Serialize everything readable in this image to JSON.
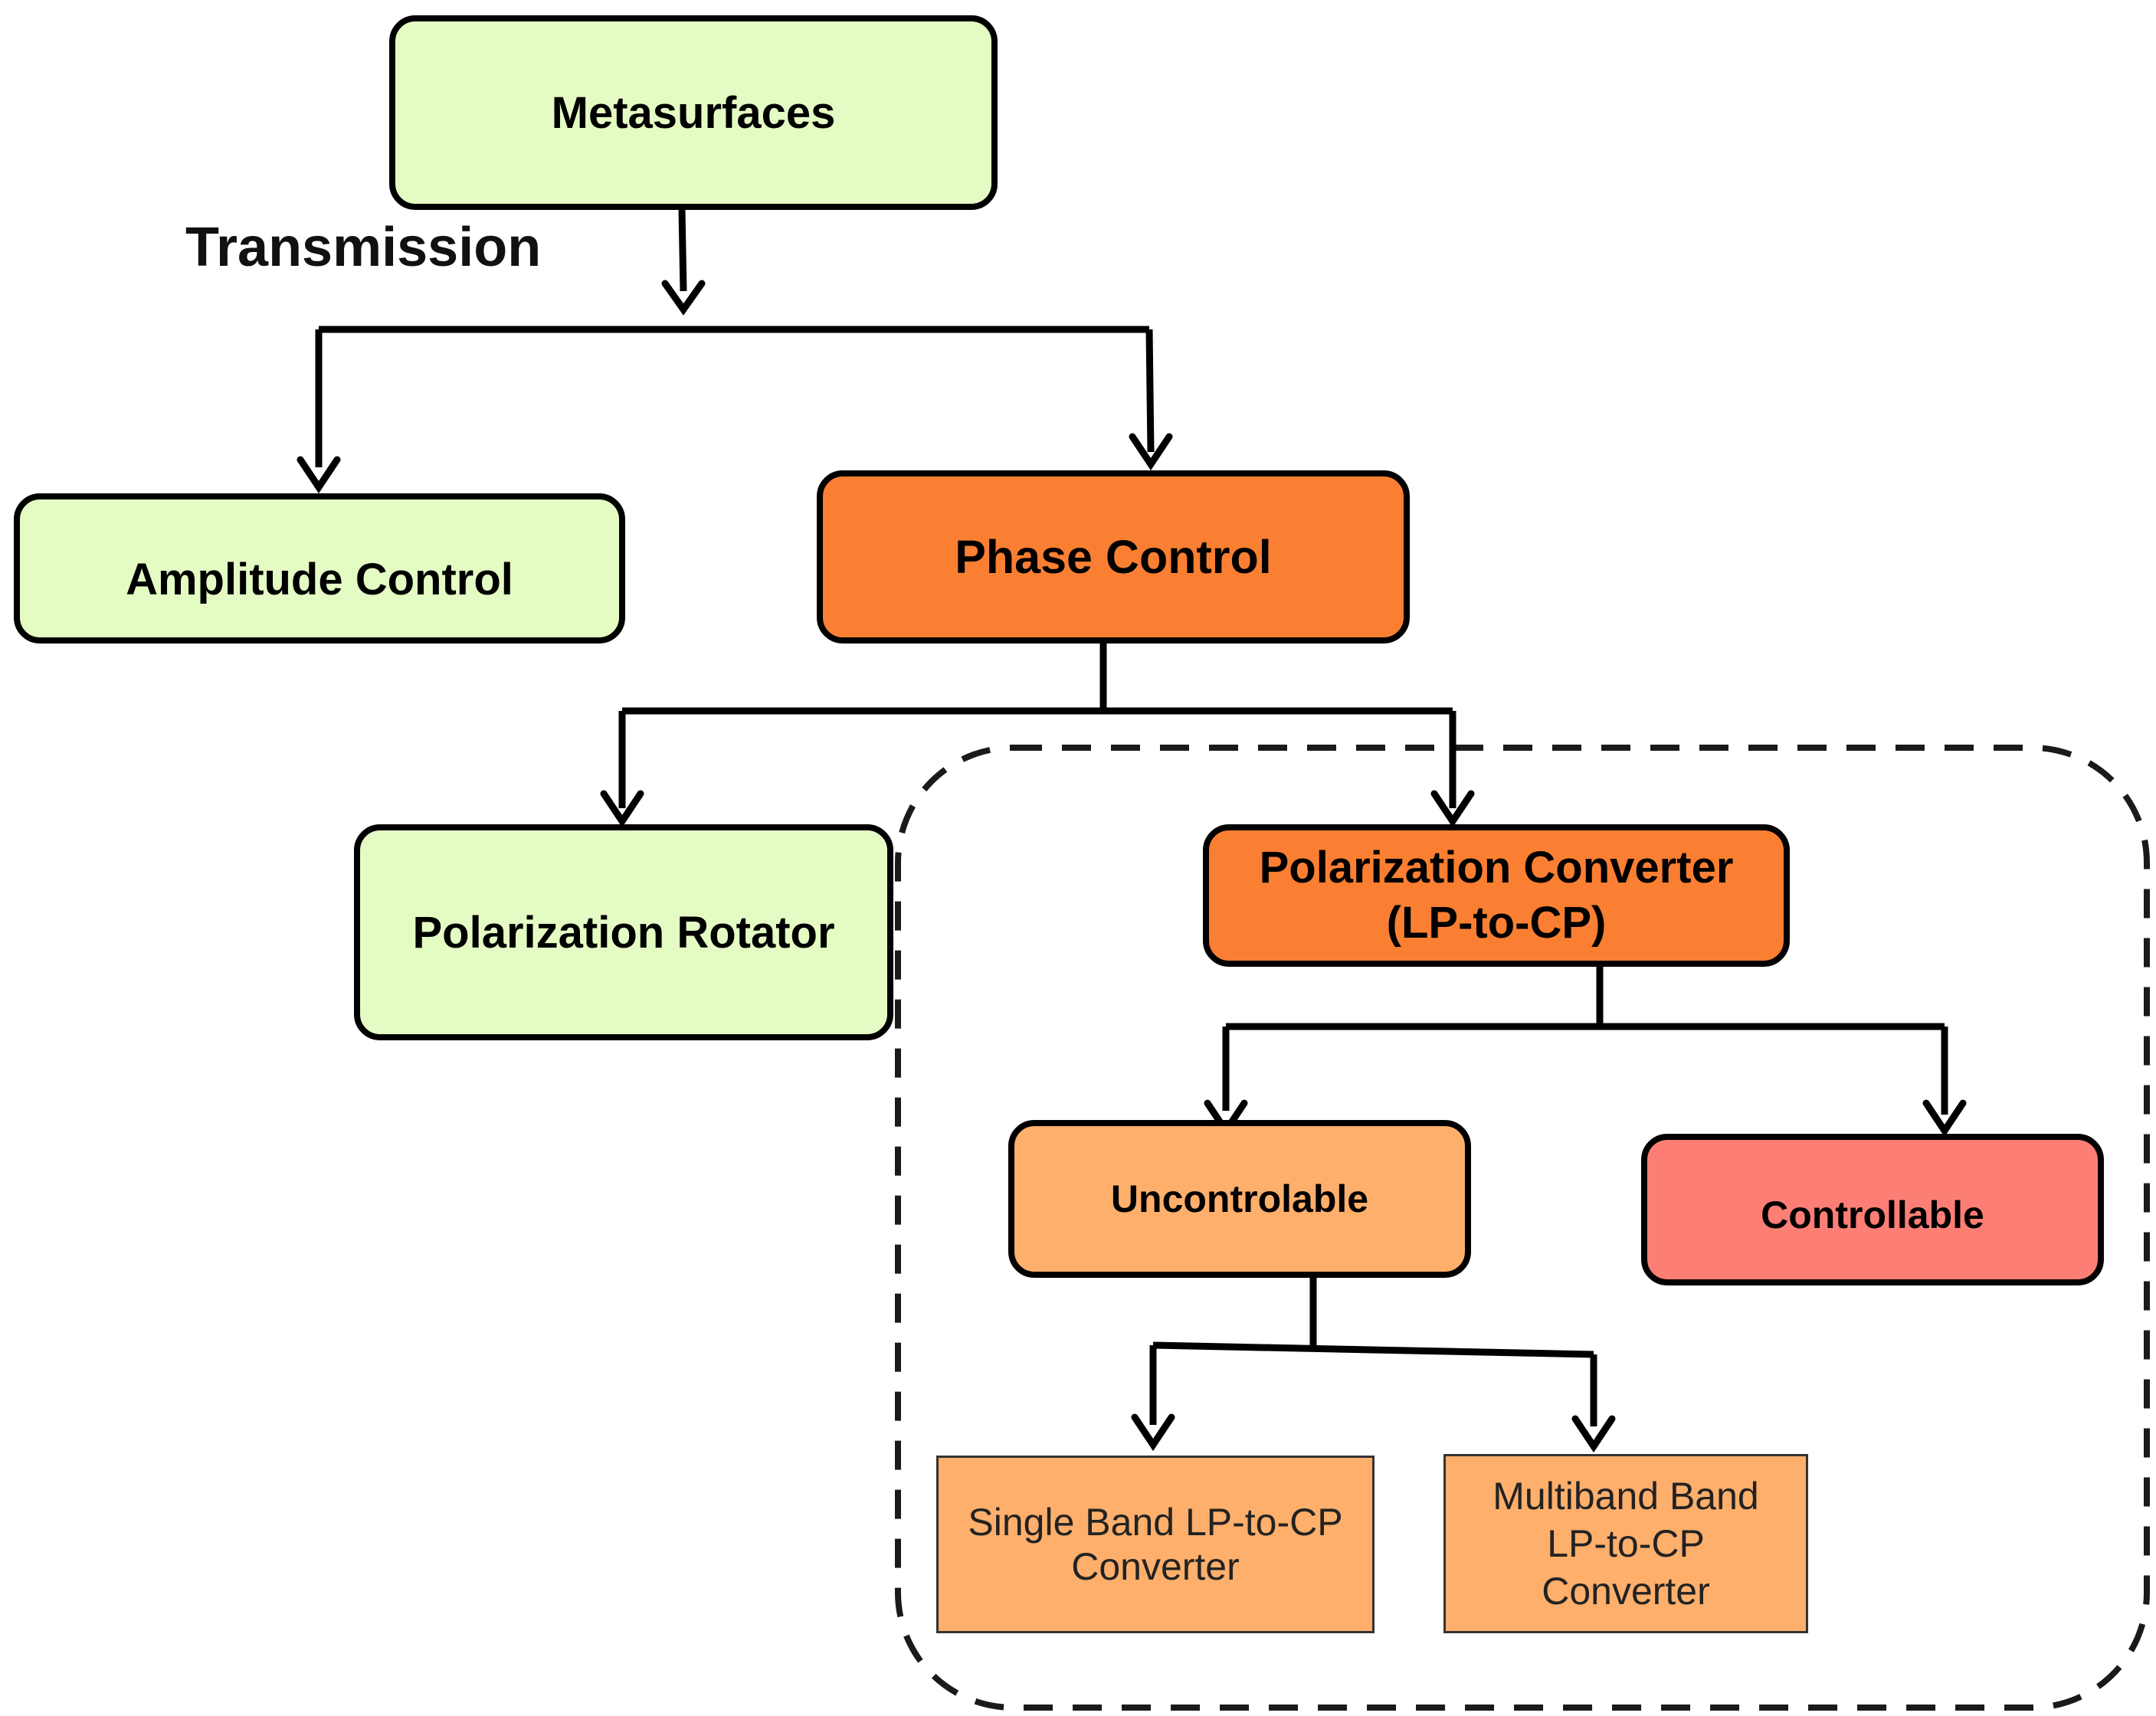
{
  "diagram": {
    "edge_label": "Transmission",
    "nodes": {
      "metasurfaces": {
        "label": "Metasurfaces",
        "fill": "#e4fcc4"
      },
      "amplitude_control": {
        "label": "Amplitude Control",
        "fill": "#e4fcc4"
      },
      "phase_control": {
        "label": "Phase Control",
        "fill": "#fb7f32"
      },
      "polarization_rotator": {
        "label": "Polarization Rotator",
        "fill": "#e4fcc4"
      },
      "polarization_converter": {
        "label": "Polarization Converter\n(LP-to-CP)",
        "fill": "#fb7f32"
      },
      "uncontrolable": {
        "label": "Uncontrolable",
        "fill": "#feaf6b"
      },
      "controllable": {
        "label": "Controllable",
        "fill": "#fd7e75"
      },
      "single_band": {
        "label": "Single Band LP-to-CP\nConverter",
        "fill": "#feaf6b"
      },
      "multiband": {
        "label": "Multiband Band\nLP-to-CP\nConverter",
        "fill": "#feaf6b"
      }
    },
    "colors": {
      "line": "#000000",
      "dashed_group_border": "#1a1a1a",
      "plain_box_border": "#333333"
    }
  }
}
